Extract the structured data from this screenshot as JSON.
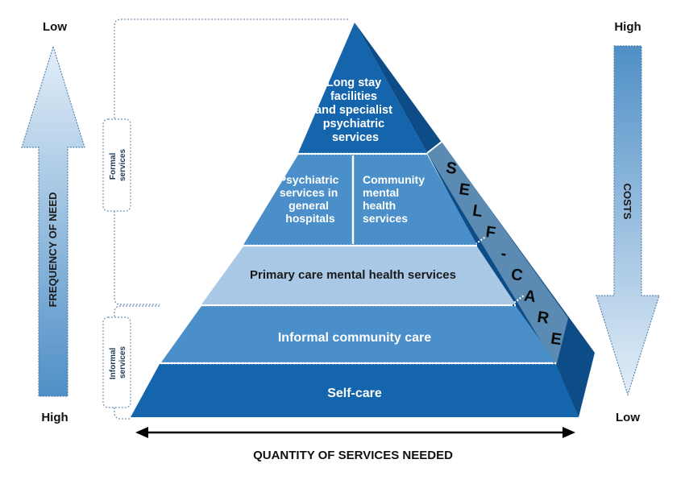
{
  "left_axis": {
    "top": "Low",
    "bottom": "High",
    "arrow_label": "FREQUENCY OF NEED"
  },
  "right_axis": {
    "top": "High",
    "bottom": "Low",
    "arrow_label": "COSTS"
  },
  "bottom_axis": {
    "label": "QUANTITY OF SERVICES NEEDED"
  },
  "brackets": {
    "formal": [
      "Formal",
      "services"
    ],
    "informal": [
      "Informal",
      "services"
    ]
  },
  "pyramid": {
    "top_tier": [
      "Long stay",
      "facilities",
      "and specialist",
      "psychiatric",
      "services"
    ],
    "psychiatric_general": [
      "Psychiatric",
      "services in",
      "general",
      "hospitals"
    ],
    "community_mental": [
      "Community",
      "mental",
      "health",
      "services"
    ],
    "primary_care": "Primary care mental health services",
    "informal_care": "Informal community care",
    "self_care": "Self-care"
  },
  "side_band": {
    "letters": [
      "S",
      "E",
      "L",
      "F",
      "-",
      "C",
      "A",
      "R",
      "E"
    ]
  },
  "colors": {
    "dark_blue": "#1565ad",
    "mid_blue": "#4a8fc9",
    "light_blue": "#a9c8e6",
    "side_dark": "#0d4c86",
    "side_band": "#5b8bb3",
    "arrow_light": "#d6e6f4",
    "arrow_dark": "#4f8fc6"
  }
}
